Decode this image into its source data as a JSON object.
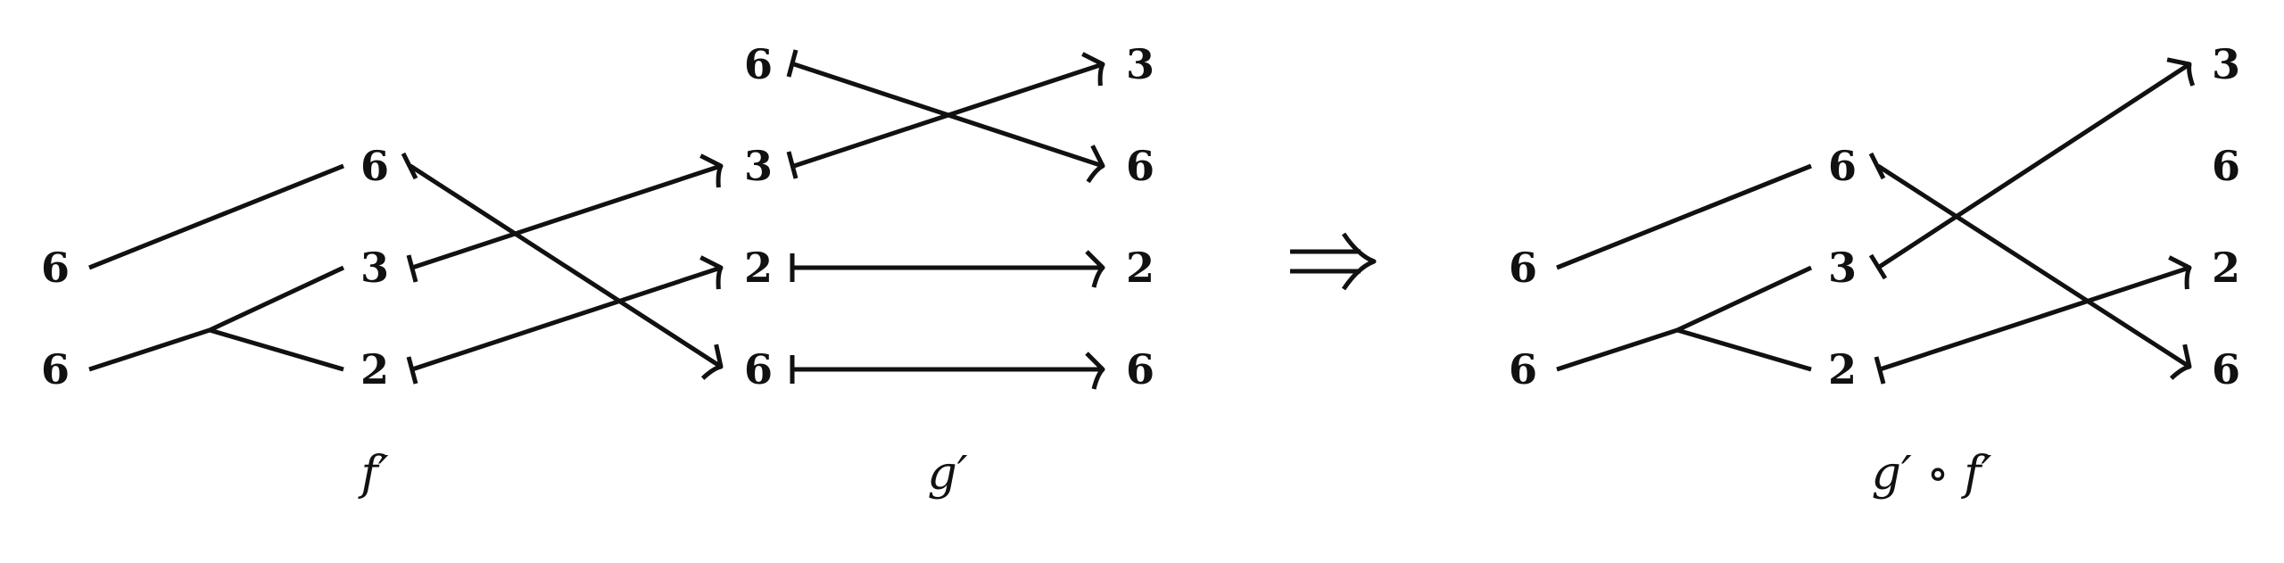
{
  "left_panel": {
    "col1": [
      "6",
      "6"
    ],
    "col2": [
      "6",
      "3",
      "2"
    ],
    "col3": [
      "6",
      "3",
      "2",
      "6"
    ],
    "col4": [
      "3",
      "6",
      "2",
      "6"
    ],
    "caption_f": "f′",
    "caption_g": "g′"
  },
  "implies_symbol": "⟹",
  "right_panel": {
    "col1": [
      "6",
      "6"
    ],
    "col2": [
      "6",
      "3",
      "2"
    ],
    "col3": [
      "3",
      "6",
      "2",
      "6"
    ],
    "caption": "g′ ∘ f′"
  }
}
